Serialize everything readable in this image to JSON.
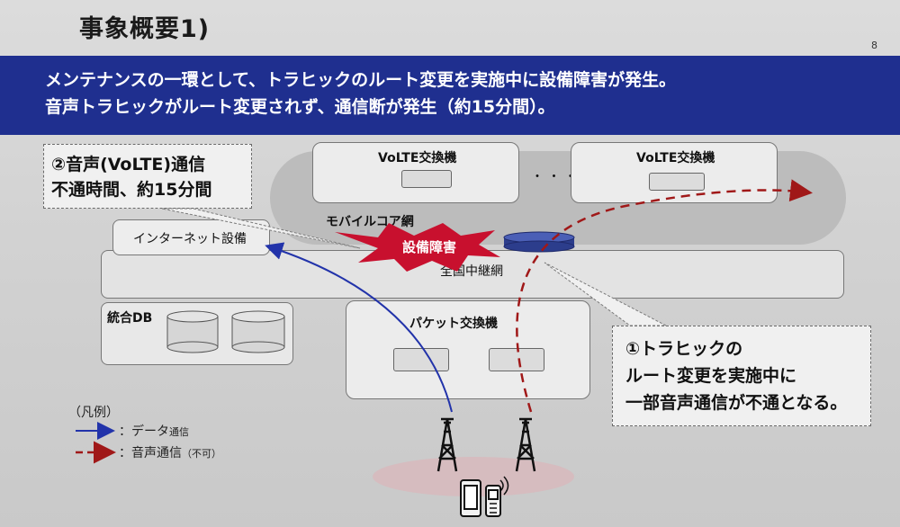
{
  "title": "事象概要1)",
  "page_number": "8",
  "banner": {
    "line1": "メンテナンスの一環として、トラヒックのルート変更を実施中に設備障害が発生。",
    "line2": "音声トラヒックがルート変更されず、通信断が発生（約15分間）。"
  },
  "nodes": {
    "volte1": "VoLTE交換機",
    "volte2": "VoLTE交換機",
    "dots": "・ ・ ・",
    "mobile_core": "モバイルコア網",
    "internet": "インターネット設備",
    "backbone": "全国中継網",
    "db": "統合DB",
    "packet": "パケット交換機",
    "failure": "設備障害"
  },
  "callout_voice": {
    "line1": "②音声(VoLTE)通信",
    "line2": "不通時間、約15分間"
  },
  "callout_traffic": {
    "line1": "①トラヒックの",
    "line2": "ルート変更を実施中に",
    "line3": "一部音声通信が不通となる。"
  },
  "legend": {
    "title": "（凡例）",
    "data_prefix": "：",
    "data_label": "データ",
    "data_suffix": "通信",
    "voice_prefix": "：",
    "voice_label": "音声通信",
    "voice_suffix": "（不可）"
  },
  "colors": {
    "banner": "#1f2f8f",
    "data_arrow": "#2233aa",
    "voice_arrow": "#a01818",
    "failure": "#c8102e"
  }
}
